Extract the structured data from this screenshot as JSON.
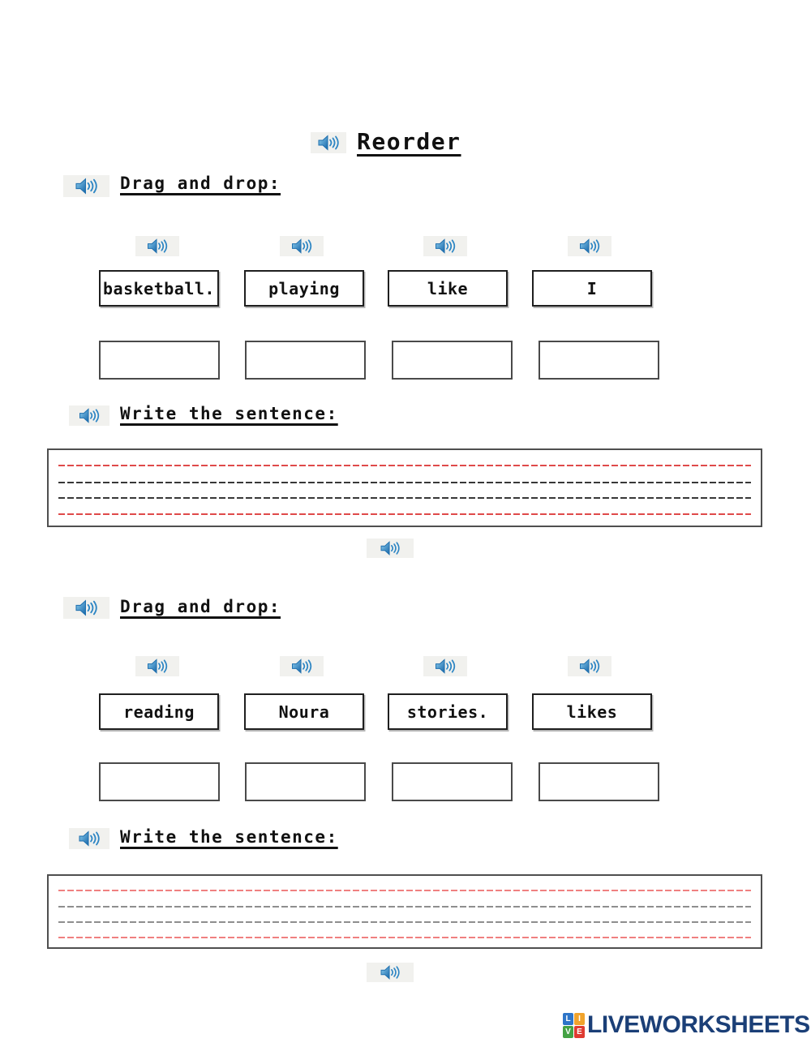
{
  "title": {
    "label": "Reorder"
  },
  "sections": [
    {
      "drag_heading": "Drag and drop:",
      "words": [
        "basketball.",
        "playing",
        "like",
        "I"
      ],
      "write_heading": "Write the sentence:"
    },
    {
      "drag_heading": "Drag and drop:",
      "words": [
        "reading",
        "Noura",
        "stories.",
        "likes"
      ],
      "write_heading": "Write the sentence:"
    }
  ],
  "icons": {
    "speaker": "speaker-audio-play-icon"
  },
  "colors": {
    "speaker_blue": "#2e86c4",
    "button_background": "#f1f1ee",
    "line_red": "#df4a4a",
    "line_dark": "#383838",
    "line_red_light": "#f08080",
    "line_gray": "#8e8e8e"
  },
  "footer": {
    "brand": "LIVEWORKSHEETS",
    "logo_letters": [
      "L",
      "I",
      "V",
      "E"
    ],
    "logo_colors": [
      "#2e75c8",
      "#f0a32c",
      "#44a244",
      "#df3b31"
    ],
    "brand_color": "#1b3f77"
  }
}
